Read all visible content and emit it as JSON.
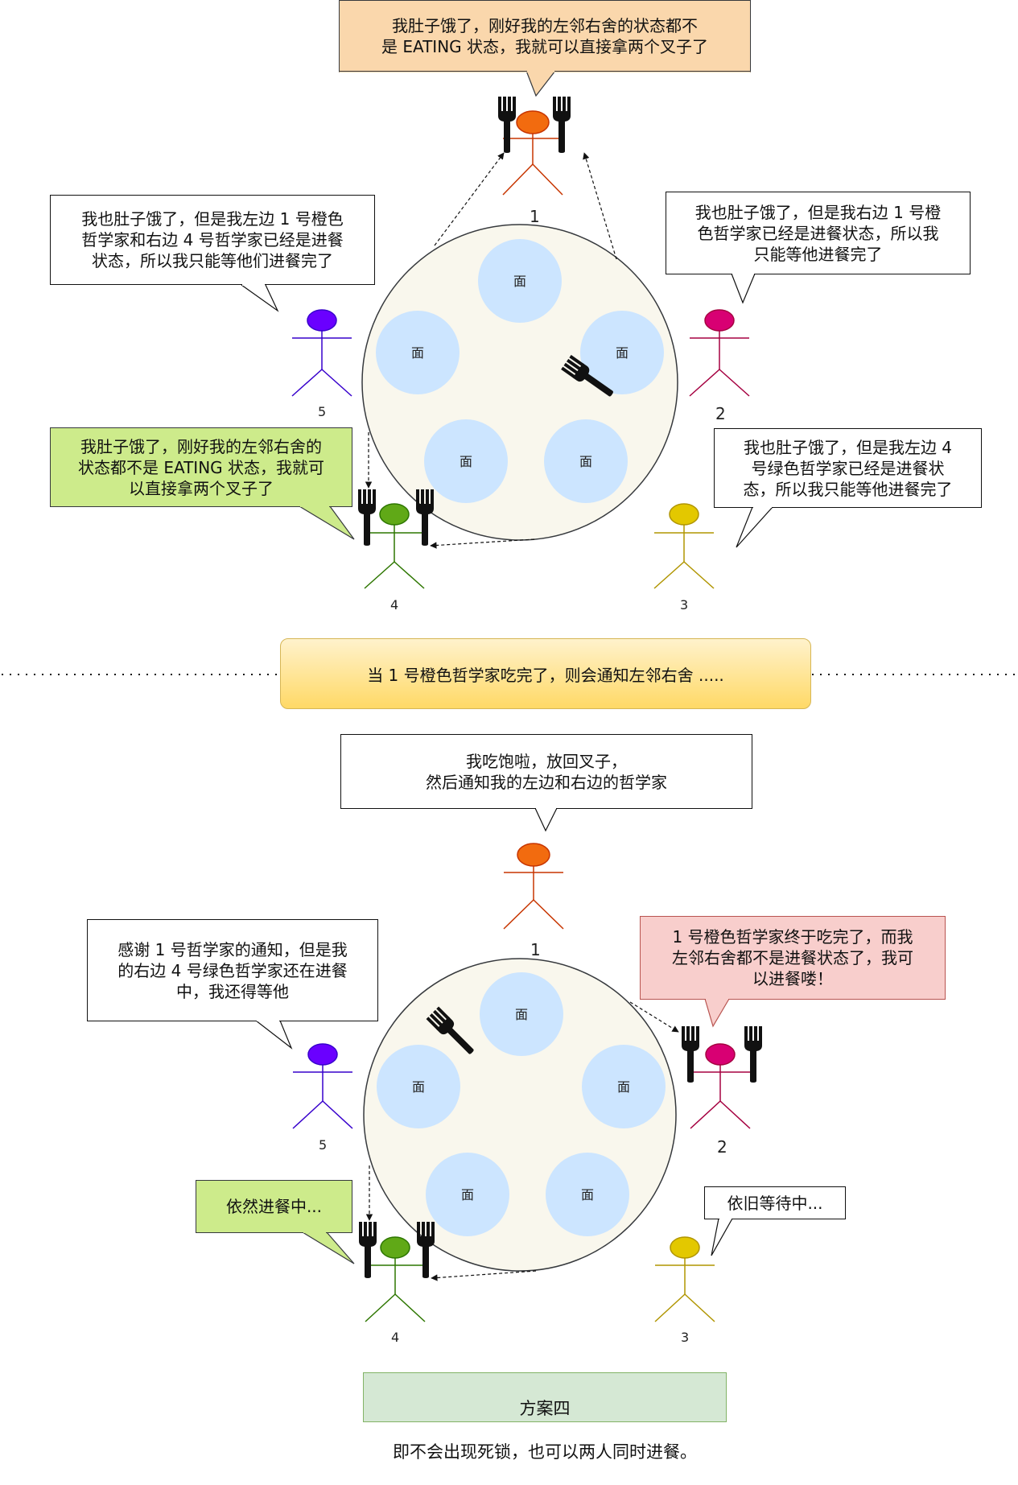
{
  "plate_label": "面",
  "colors": {
    "p1": "#f26b0f",
    "p1_stroke": "#c73500",
    "p2": "#d80073",
    "p2_stroke": "#a50040",
    "p3": "#e3c800",
    "p3_stroke": "#b09500",
    "p4": "#60a917",
    "p4_stroke": "#2d7600",
    "p5": "#6a00ff",
    "p5_stroke": "#3700cc",
    "plate": "#cce5ff",
    "table": "#f9f7ed",
    "bubble_orange": "#fad7ac",
    "bubble_green": "#cdeb8b",
    "bubble_pink": "#f8cecc"
  },
  "top": {
    "bubble_p1": "我肚子饿了，刚好我的左邻右舍的状态都不\n是 EATING 状态，我就可以直接拿两个叉子了",
    "bubble_p5": "我也肚子饿了，但是我左边 1 号橙色\n哲学家和右边 4 号哲学家已经是进餐\n状态，所以我只能等他们进餐完了",
    "bubble_p2": "我也肚子饿了，但是我右边 1 号橙\n色哲学家已经是进餐状态，所以我\n只能等他进餐完了",
    "bubble_p4": "我肚子饿了，刚好我的左邻右舍的\n状态都不是 EATING 状态，我就可\n以直接拿两个叉子了",
    "bubble_p3": "我也肚子饿了，但是我左边 4\n号绿色哲学家已经是进餐状\n态，所以我只能等他进餐完了",
    "labels": {
      "n1": "1",
      "n2": "2",
      "n3": "3",
      "n4": "4",
      "n5": "5"
    }
  },
  "banner": "当 1 号橙色哲学家吃完了，则会通知左邻右舍 .....",
  "bottom": {
    "bubble_p1": "我吃饱啦，放回叉子，\n然后通知我的左边和右边的哲学家",
    "bubble_p5": "感谢 1 号哲学家的通知，但是我\n的右边 4 号绿色哲学家还在进餐\n中，我还得等他",
    "bubble_p2": "1 号橙色哲学家终于吃完了，而我\n左邻右舍都不是进餐状态了，我可\n以进餐喽！",
    "bubble_p4": "依然进餐中...",
    "bubble_p3": "依旧等待中...",
    "labels": {
      "n1": "1",
      "n2": "2",
      "n3": "3",
      "n4": "4",
      "n5": "5"
    }
  },
  "final": {
    "title": "方案四",
    "text": "即不会出现死锁，也可以两人同时进餐。"
  }
}
